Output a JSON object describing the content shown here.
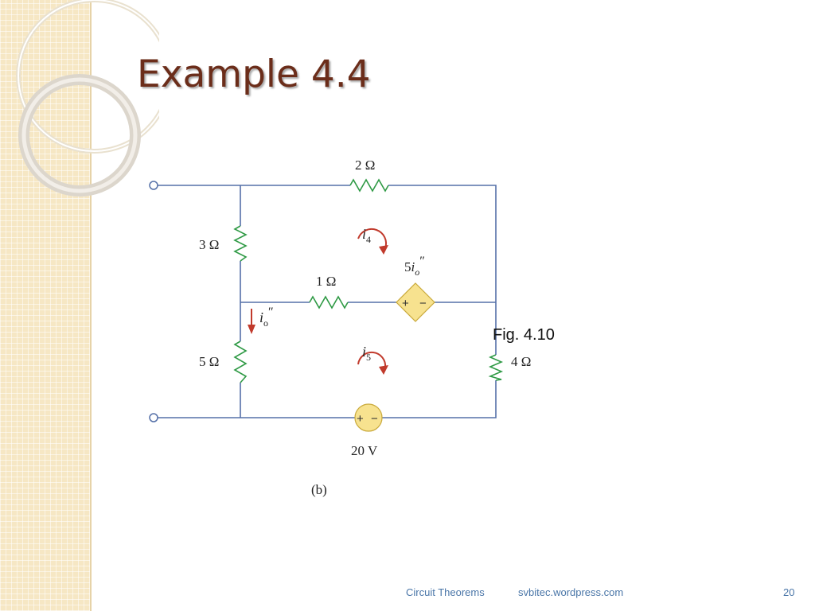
{
  "slide": {
    "title": "Example 4.4",
    "figure_label": "Fig. 4.10"
  },
  "circuit": {
    "r_top": "2 Ω",
    "r_left_upper": "3 Ω",
    "r_middle": "1 Ω",
    "r_left_lower": "5 Ω",
    "r_right": "4 Ω",
    "dependent_source": "5",
    "voltage_source": "20 V",
    "mesh_current_upper": "4",
    "mesh_current_lower": "5",
    "branch_current": "o",
    "subfigure": "(b)",
    "src_plus": "+",
    "src_minus": "−"
  },
  "footer": {
    "title": "Circuit Theorems",
    "site": "svbitec.wordpress.com",
    "page": "20"
  },
  "colors": {
    "wire": "#5570a8",
    "resistor": "#2f9a45",
    "source_fill": "#f7e28f",
    "arrow": "#c13a2c",
    "title": "#6b2d1a",
    "footer": "#4a76a8"
  }
}
